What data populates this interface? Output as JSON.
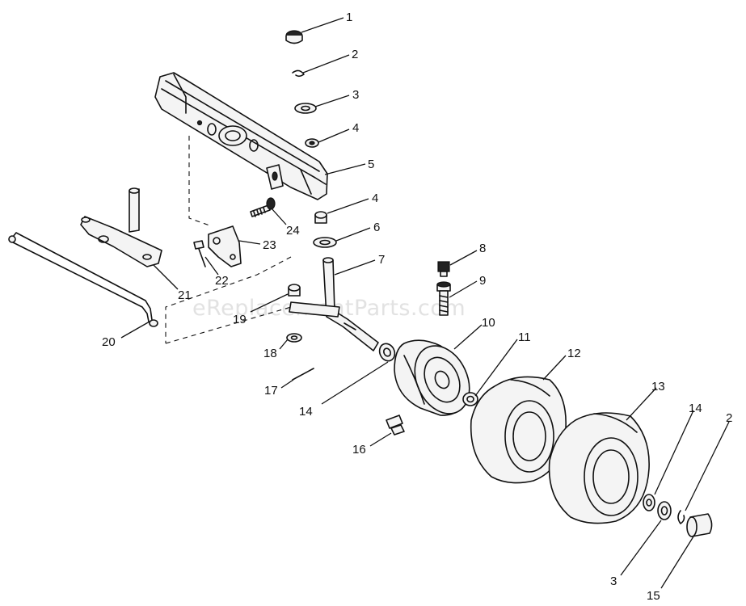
{
  "watermark": "eReplacementParts.com",
  "callouts": [
    {
      "id": "c1",
      "label": "1"
    },
    {
      "id": "c2a",
      "label": "2"
    },
    {
      "id": "c3a",
      "label": "3"
    },
    {
      "id": "c4a",
      "label": "4"
    },
    {
      "id": "c5",
      "label": "5"
    },
    {
      "id": "c4b",
      "label": "4"
    },
    {
      "id": "c6",
      "label": "6"
    },
    {
      "id": "c7",
      "label": "7"
    },
    {
      "id": "c8",
      "label": "8"
    },
    {
      "id": "c9",
      "label": "9"
    },
    {
      "id": "c10",
      "label": "10"
    },
    {
      "id": "c11",
      "label": "11"
    },
    {
      "id": "c12",
      "label": "12"
    },
    {
      "id": "c13",
      "label": "13"
    },
    {
      "id": "c14a",
      "label": "14"
    },
    {
      "id": "c14b",
      "label": "14"
    },
    {
      "id": "c2b",
      "label": "2"
    },
    {
      "id": "c3b",
      "label": "3"
    },
    {
      "id": "c15",
      "label": "15"
    },
    {
      "id": "c16",
      "label": "16"
    },
    {
      "id": "c17",
      "label": "17"
    },
    {
      "id": "c18",
      "label": "18"
    },
    {
      "id": "c19",
      "label": "19"
    },
    {
      "id": "c20",
      "label": "20"
    },
    {
      "id": "c21",
      "label": "21"
    },
    {
      "id": "c22",
      "label": "22"
    },
    {
      "id": "c23",
      "label": "23"
    },
    {
      "id": "c24",
      "label": "24"
    }
  ]
}
